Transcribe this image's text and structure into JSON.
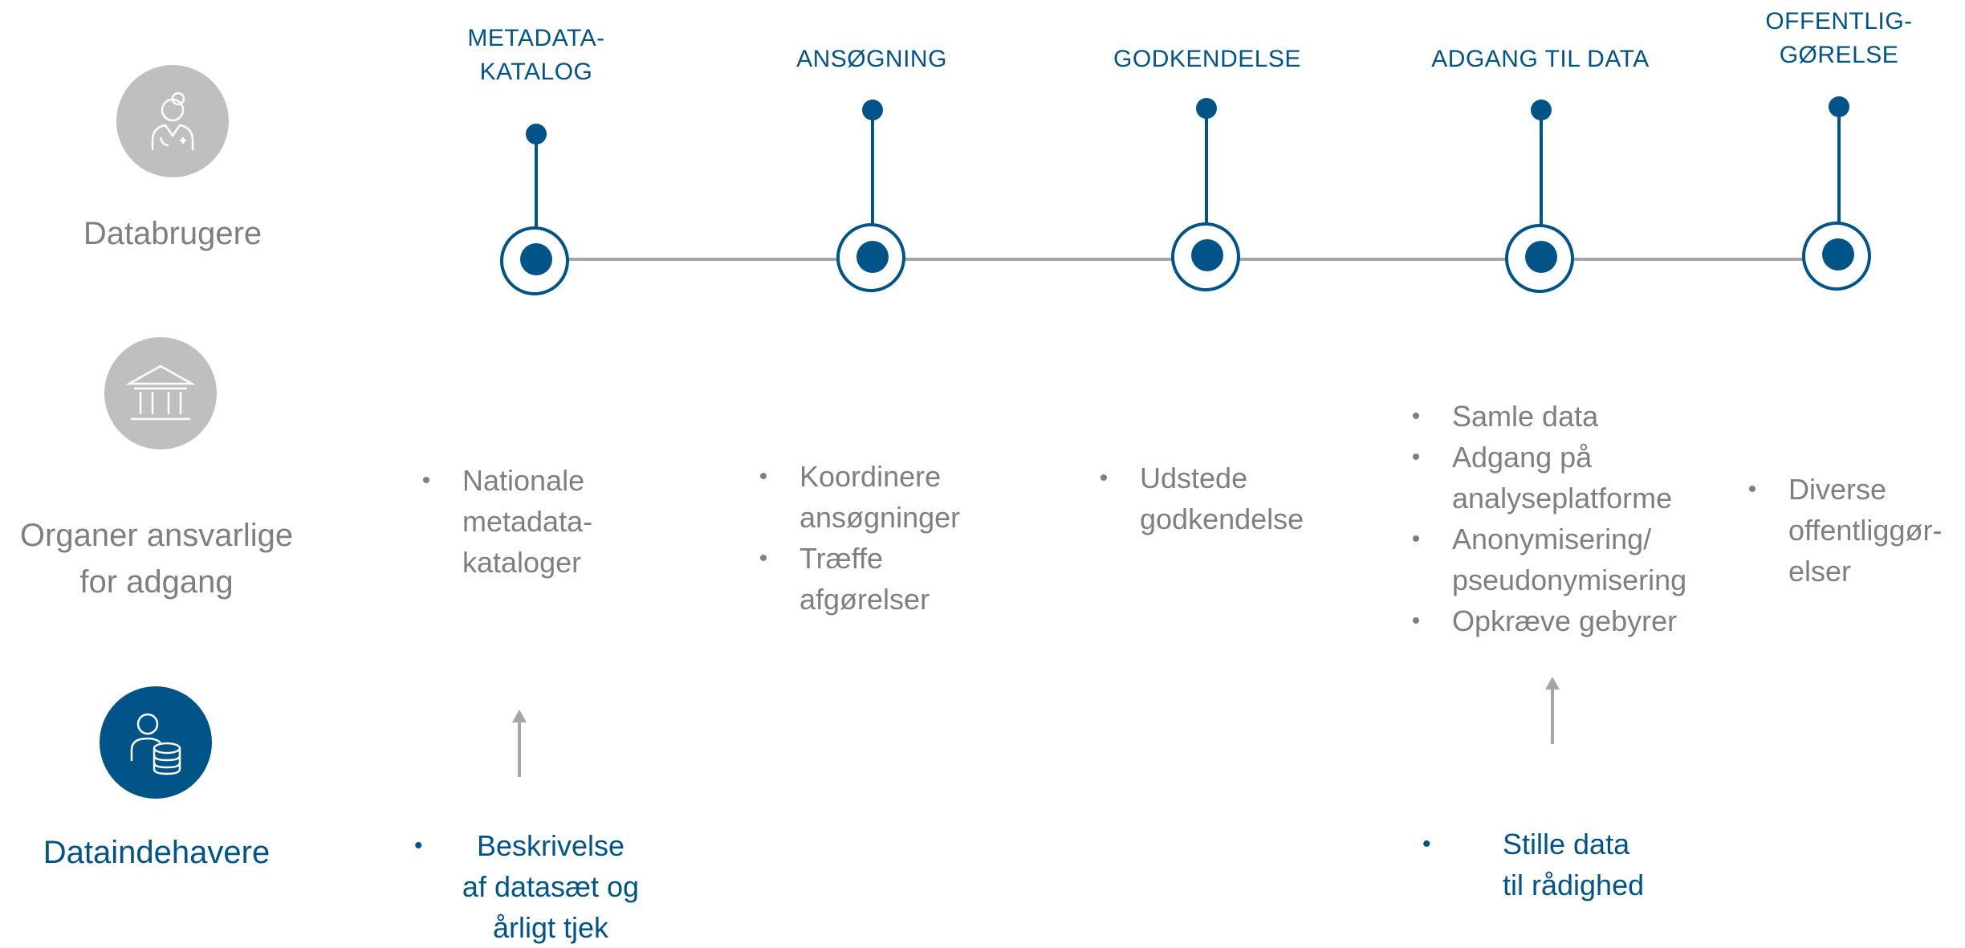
{
  "roles": [
    {
      "label": "Databrugere",
      "icon": "doctor-icon"
    },
    {
      "label": "Organer ansvarlige\nfor adgang",
      "icon": "institution-icon"
    },
    {
      "label": "Dataindehavere",
      "icon": "person-database-icon"
    }
  ],
  "stages": [
    {
      "title": "METADATA-\nKATALOG"
    },
    {
      "title": "ANSØGNING"
    },
    {
      "title": "GODKENDELSE"
    },
    {
      "title": "ADGANG TIL DATA"
    },
    {
      "title": "OFFENTLIG-\nGØRELSE"
    }
  ],
  "organ_tasks": [
    [
      "Nationale\nmetadata-\nkataloger"
    ],
    [
      "Koordinere\nansøgninger",
      "Træffe\nafgørelser"
    ],
    [
      "Udstede\ngodkendelse"
    ],
    [
      "Samle data",
      "Adgang på\nanalyseplatforme",
      "Anonymisering/\npseudonymisering",
      "Opkræve gebyrer"
    ],
    [
      "Diverse\noffentliggør-\nelser"
    ]
  ],
  "holder_tasks": [
    "Beskrivelse\naf datasæt og\nårligt tjek",
    "Stille data\ntil rådighed"
  ],
  "bullet": "•",
  "colors": {
    "accent": "#005487",
    "grey_text": "#7f7f7f",
    "grey_icon": "#bfbfbf",
    "line": "#a6a6a6"
  }
}
